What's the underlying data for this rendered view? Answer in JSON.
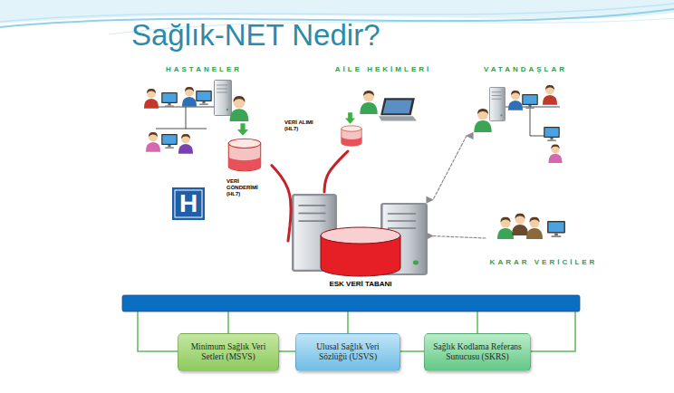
{
  "diagram": {
    "title": "Sağlık-NET Nedir?",
    "nodes": [
      {
        "text": [
          "HASTANELER"
        ]
      },
      {
        "text": [
          "AİLE HEKİMLERİ"
        ]
      },
      {
        "text": [
          "VATANDAŞLAR"
        ]
      },
      {
        "text": [
          "ESK VERİ TABANI"
        ]
      },
      {
        "text": [
          "KARAR VERİCİLER"
        ]
      },
      {
        "text": [
          "Minimum Sağlık Veri Setleri (MSVS)"
        ]
      },
      {
        "text": [
          "Ulusal Sağlık Veri Sözlüğü (USVS)"
        ]
      },
      {
        "text": [
          "Sağlık Kodlama Referans Sunucusu (SKRS)"
        ]
      }
    ],
    "edges": [
      {
        "from": 0,
        "to": 3,
        "label": "VERİ GÖNDERİMİ (HL7)",
        "arrow": "none"
      },
      {
        "from": 3,
        "to": 1,
        "label": "VERİ ALIMI (HL7)",
        "arrow": "none"
      },
      {
        "from": 2,
        "to": 3,
        "arrow": "both"
      },
      {
        "from": 4,
        "to": 3,
        "arrow": "to"
      }
    ],
    "labels": [
      "H"
    ]
  }
}
